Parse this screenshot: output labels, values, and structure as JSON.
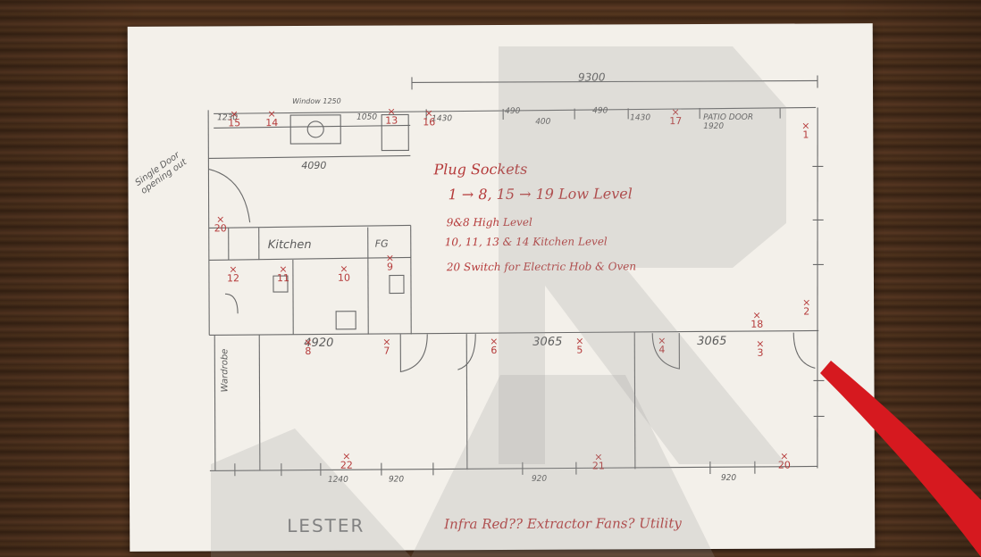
{
  "note": {
    "title": "Plug Sockets",
    "line1": "1 → 8, 15 → 19 Low Level",
    "line2": "9&8 High Level",
    "line3": "10, 11, 13 & 14 Kitchen Level",
    "line4": "20 Switch for Electric Hob & Oven"
  },
  "footer": {
    "name": "LESTER",
    "comment": "Infra Red?? Extractor Fans? Utility"
  },
  "dims": {
    "top_total": "9300",
    "kitchen_width": "4090",
    "mid_left": "4920",
    "mid_right1": "3065",
    "mid_right2": "3065",
    "patio": "PATIO DOOR 1920",
    "w1": "1430",
    "w2": "400",
    "w3": "490",
    "w4": "1430",
    "w5": "490",
    "w6": "1230",
    "left_top": "1050",
    "bottom1": "1240",
    "bottom2": "920",
    "bottom3": "920",
    "bottom4": "920",
    "wardrobe": "Wardrobe",
    "kitchen_label": "Kitchen",
    "single_door": "Single Door opening out",
    "window": "Window 1250",
    "fridge": "FG"
  },
  "sockets": {
    "s1": "1",
    "s2": "2",
    "s3": "3",
    "s4": "4",
    "s5": "5",
    "s6": "6",
    "s7": "7",
    "s8": "8",
    "s9": "9",
    "s10": "10",
    "s11": "11",
    "s12": "12",
    "s13": "13",
    "s14": "14",
    "s15": "15",
    "s16": "16",
    "s17": "17",
    "s18": "18",
    "s20": "20",
    "s21": "21",
    "s22": "22"
  },
  "watermark": {
    "letters": "RM"
  },
  "colors": {
    "ink_red": "#b53a3a",
    "pencil": "#5c5c5c",
    "paper": "#f3f0ea",
    "watermark_red": "#d6191f"
  }
}
